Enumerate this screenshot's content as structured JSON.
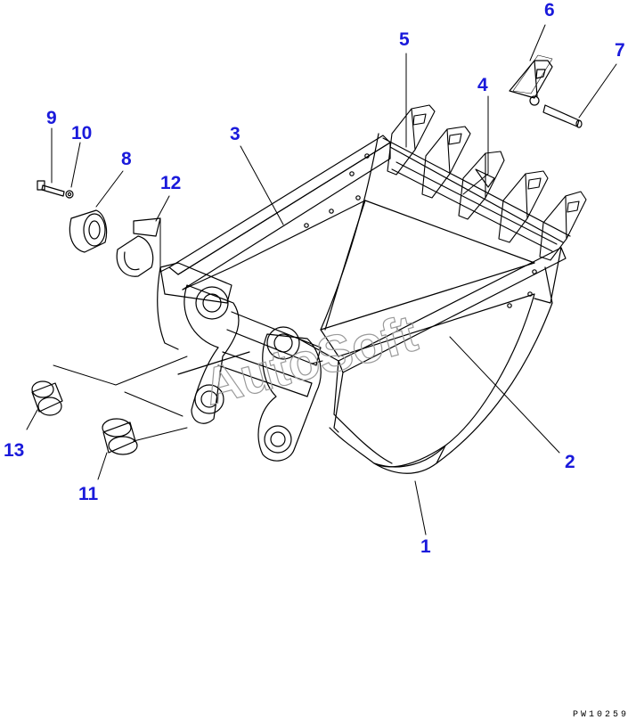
{
  "diagram": {
    "callout_color": "#1a1adb",
    "line_color": "#000000",
    "callouts": [
      {
        "id": "c1",
        "label": "1"
      },
      {
        "id": "c2",
        "label": "2"
      },
      {
        "id": "c3",
        "label": "3"
      },
      {
        "id": "c4",
        "label": "4"
      },
      {
        "id": "c5",
        "label": "5"
      },
      {
        "id": "c6",
        "label": "6"
      },
      {
        "id": "c7",
        "label": "7"
      },
      {
        "id": "c8",
        "label": "8"
      },
      {
        "id": "c9",
        "label": "9"
      },
      {
        "id": "c10",
        "label": "10"
      },
      {
        "id": "c11",
        "label": "11"
      },
      {
        "id": "c12",
        "label": "12"
      },
      {
        "id": "c13",
        "label": "13"
      }
    ],
    "watermark": "AutoSoft",
    "drawing_code": "PW10259"
  }
}
